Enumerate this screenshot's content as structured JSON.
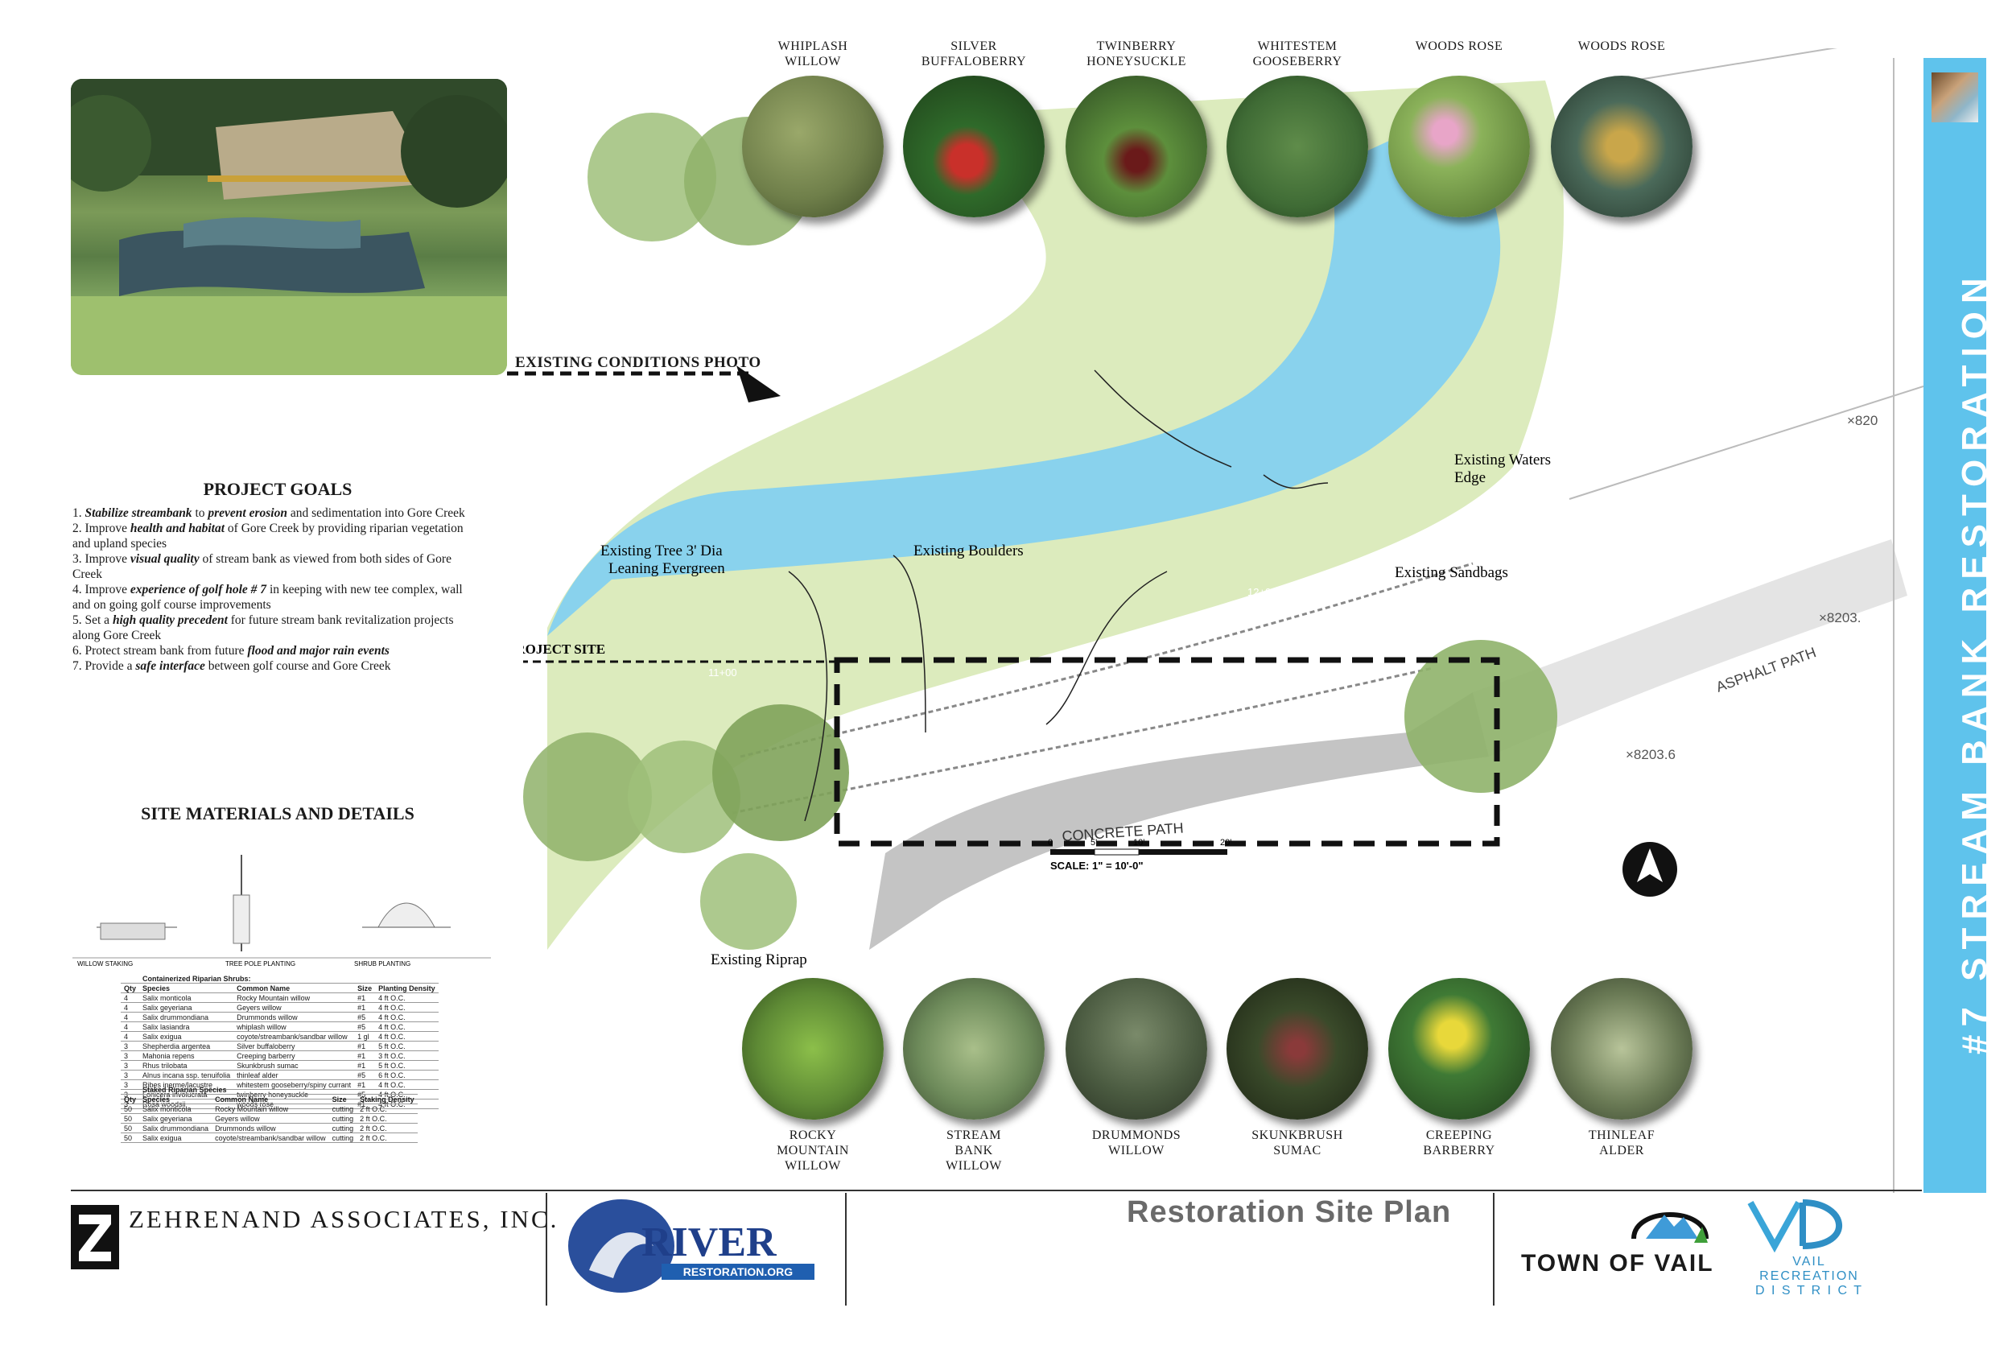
{
  "photo": {
    "caption": "EXISTING CONDITIONS PHOTO"
  },
  "goals": {
    "title": "PROJECT GOALS",
    "items": [
      {
        "n": "1.",
        "pre": "",
        "bold": "Stabilize streambank",
        "mid": " to ",
        "bold2": "prevent erosion",
        "post": " and sedimentation into Gore Creek"
      },
      {
        "n": "2.",
        "pre": " Improve ",
        "bold": "health and habitat",
        "mid": " of Gore Creek by providing riparian vegetation and upland species",
        "bold2": "",
        "post": ""
      },
      {
        "n": "3.",
        "pre": " Improve ",
        "bold": "visual quality",
        "mid": " of stream bank as viewed from both sides of Gore Creek",
        "bold2": "",
        "post": ""
      },
      {
        "n": "4.",
        "pre": " Improve ",
        "bold": "experience of golf hole # 7",
        "mid": " in keeping with new tee complex, wall and on going golf course improvements",
        "bold2": "",
        "post": ""
      },
      {
        "n": "5.",
        "pre": " Set a ",
        "bold": "high quality precedent",
        "mid": " for future stream bank revitalization projects along Gore Creek",
        "bold2": "",
        "post": ""
      },
      {
        "n": "6.",
        "pre": " Protect stream bank from future ",
        "bold": "flood and major rain events",
        "mid": "",
        "bold2": "",
        "post": ""
      },
      {
        "n": "7.",
        "pre": " Provide a ",
        "bold": "safe interface",
        "mid": " between golf course and Gore Creek",
        "bold2": "",
        "post": ""
      }
    ]
  },
  "materials": {
    "title": "SITE MATERIALS AND DETAILS",
    "details": [
      "WILLOW STAKING",
      "TREE POLE PLANTING",
      "SHRUB PLANTING"
    ],
    "table1": {
      "title": "Containerized Riparian Shrubs:",
      "headers": [
        "Qty",
        "Species",
        "Common Name",
        "Size",
        "Planting Density"
      ],
      "rows": [
        [
          "4",
          "Salix monticola",
          "Rocky Mountain willow",
          "#1",
          "4 ft O.C."
        ],
        [
          "4",
          "Salix geyeriana",
          "Geyers willow",
          "#1",
          "4 ft O.C."
        ],
        [
          "4",
          "Salix drummondiana",
          "Drummonds willow",
          "#5",
          "4 ft O.C."
        ],
        [
          "4",
          "Salix lasiandra",
          "whiplash willow",
          "#5",
          "4 ft O.C."
        ],
        [
          "4",
          "Salix exigua",
          "coyote/streambank/sandbar willow",
          "1 gl",
          "4 ft O.C."
        ],
        [
          "3",
          "Shepherdia argentea",
          "Silver buffaloberry",
          "#1",
          "5 ft O.C."
        ],
        [
          "3",
          "Mahonia repens",
          "Creeping barberry",
          "#1",
          "3 ft O.C."
        ],
        [
          "3",
          "Rhus trilobata",
          "Skunkbrush sumac",
          "#1",
          "5 ft O.C."
        ],
        [
          "3",
          "Alnus incana ssp. tenuifolia",
          "thinleaf alder",
          "#5",
          "6 ft O.C."
        ],
        [
          "3",
          "Ribes inerme/lacustre",
          "whitestem gooseberry/spiny currant",
          "#1",
          "4 ft O.C."
        ],
        [
          "3",
          "Lonicera involucrata",
          "twinberry honeysuckle",
          "#5",
          "4 ft O.C."
        ],
        [
          "3",
          "Rosa woodsii",
          "woods rose",
          "#1",
          "4 ft O.C."
        ]
      ]
    },
    "table2": {
      "title": "Staked Riparian Species",
      "headers": [
        "Qty",
        "Species",
        "Common Name",
        "Size",
        "Staking Density"
      ],
      "rows": [
        [
          "50",
          "Salix monticola",
          "Rocky Mountain willow",
          "cutting",
          "2 ft O.C."
        ],
        [
          "50",
          "Salix geyeriana",
          "Geyers willow",
          "cutting",
          "2 ft O.C."
        ],
        [
          "50",
          "Salix drummondiana",
          "Drummonds willow",
          "cutting",
          "2 ft O.C."
        ],
        [
          "50",
          "Salix exigua",
          "coyote/streambank/sandbar willow",
          "cutting",
          "2 ft O.C."
        ]
      ]
    }
  },
  "plants_top": [
    {
      "line1": "WHIPLASH",
      "line2": "WILLOW",
      "color": "#6f7f4a"
    },
    {
      "line1": "SILVER",
      "line2": "BUFFALOBERRY",
      "color": "#8a3a2a"
    },
    {
      "line1": "TWINBERRY",
      "line2": "HONEYSUCKLE",
      "color": "#4d7a33"
    },
    {
      "line1": "WHITESTEM",
      "line2": "GOOSEBERRY",
      "color": "#3f6b35"
    },
    {
      "line1": "WOODS ROSE",
      "line2": "",
      "color": "#6f9a4a"
    },
    {
      "line1": "WOODS ROSE",
      "line2": "",
      "color": "#4b6a5a"
    }
  ],
  "plants_bottom": [
    {
      "line1": "ROCKY",
      "line2": "MOUNTAIN",
      "line3": "WILLOW",
      "color": "#5e8a35"
    },
    {
      "line1": "STREAM",
      "line2": "BANK",
      "line3": "WILLOW",
      "color": "#6d8a5a"
    },
    {
      "line1": "DRUMMONDS",
      "line2": "WILLOW",
      "line3": "",
      "color": "#4a5a40"
    },
    {
      "line1": "SKUNKBRUSH",
      "line2": "SUMAC",
      "line3": "",
      "color": "#3a4a2a"
    },
    {
      "line1": "CREEPING",
      "line2": "BARBERRY",
      "line3": "",
      "color": "#3f7a35"
    },
    {
      "line1": "THINLEAF",
      "line2": "ALDER",
      "line3": "",
      "color": "#6a7a55"
    }
  ],
  "plan": {
    "project_site": "PROJECT SITE",
    "existing_tree": "Existing Tree 3' Dia",
    "existing_tree2": "Leaning Evergreen",
    "boulders": "Existing Boulders",
    "waters_edge": "Existing Waters",
    "waters_edge2": "Edge",
    "sandbags": "Existing Sandbags",
    "riprap": "Existing Riprap",
    "concrete_path": "CONCRETE PATH",
    "asphalt_path": "ASPHALT PATH",
    "station_11": "11+00",
    "station_12": "12+00",
    "elev_820": "×820",
    "elev_8203": "×8203.",
    "elev_82036": "×8203.6",
    "scale_ticks": [
      "0",
      "5'",
      "10'",
      "20'"
    ],
    "scale_label": "SCALE: 1\" = 10'-0\""
  },
  "banner": {
    "title": "#7 STREAM BANK RESTORATION"
  },
  "footer": {
    "zehren": "ZEHRENAND ASSOCIATES, INC.",
    "river": "RIVER",
    "river_sub": "RESTORATION.ORG",
    "plan_title": "Restoration Site Plan",
    "town": "TOWN OF VAIL",
    "vrd1": "VAIL RECREATION",
    "vrd2": "D I S T R I C T"
  },
  "colors": {
    "water": "#7ccdf0",
    "grass": "#d9e8b8",
    "tree": "#8fb26a",
    "banner": "#5fc3ec",
    "path": "#bdbdbd"
  }
}
